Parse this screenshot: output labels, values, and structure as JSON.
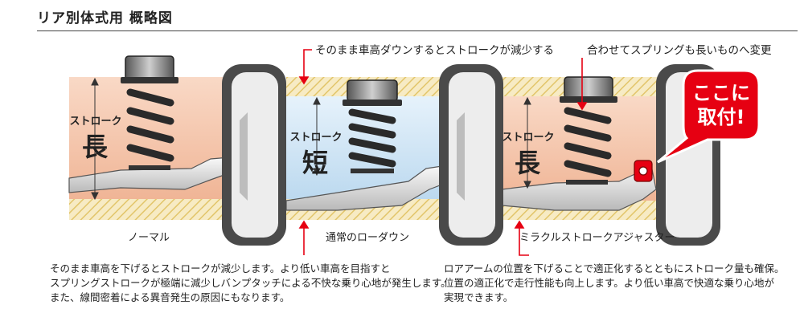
{
  "title": "リア別体式用 概略図",
  "annotations": {
    "top_middle": "そのまま車高ダウンするとストロークが減少する",
    "top_right": "合わせてスプリングも長いものへ変更"
  },
  "panels": {
    "normal": {
      "stroke_label": "ストローク",
      "stroke_size": "長",
      "caption": "ノーマル"
    },
    "lowdown": {
      "stroke_label": "ストローク",
      "stroke_size": "短",
      "caption": "通常のローダウン"
    },
    "miracle": {
      "stroke_label": "ストローク",
      "stroke_size": "長",
      "caption": "ミラクルストロークアジャスター"
    }
  },
  "callout": {
    "line1": "ここに",
    "line2": "取付!"
  },
  "description_left": [
    "そのまま車高を下げるとストロークが減少します。より低い車高を目指すと",
    "スプリングストロークが極端に減少しバンプタッチによる不快な乗り心地が発生します。",
    "また、線間密着による異音発生の原因にもなります。"
  ],
  "description_right": [
    "ロアアームの位置を下げることで適正化するとともにストローク量も確保。",
    "位置の適正化で走行性能も向上します。より低い車高で快適な乗り心地が",
    "実現できます。"
  ],
  "colors": {
    "accent": "#e60012",
    "body_orange": "#f6c9ae",
    "body_blue": "#cde4f4",
    "hatch": "#f3e1a6",
    "tire": "#4a4a4a",
    "spring": "#2a2a2a"
  }
}
